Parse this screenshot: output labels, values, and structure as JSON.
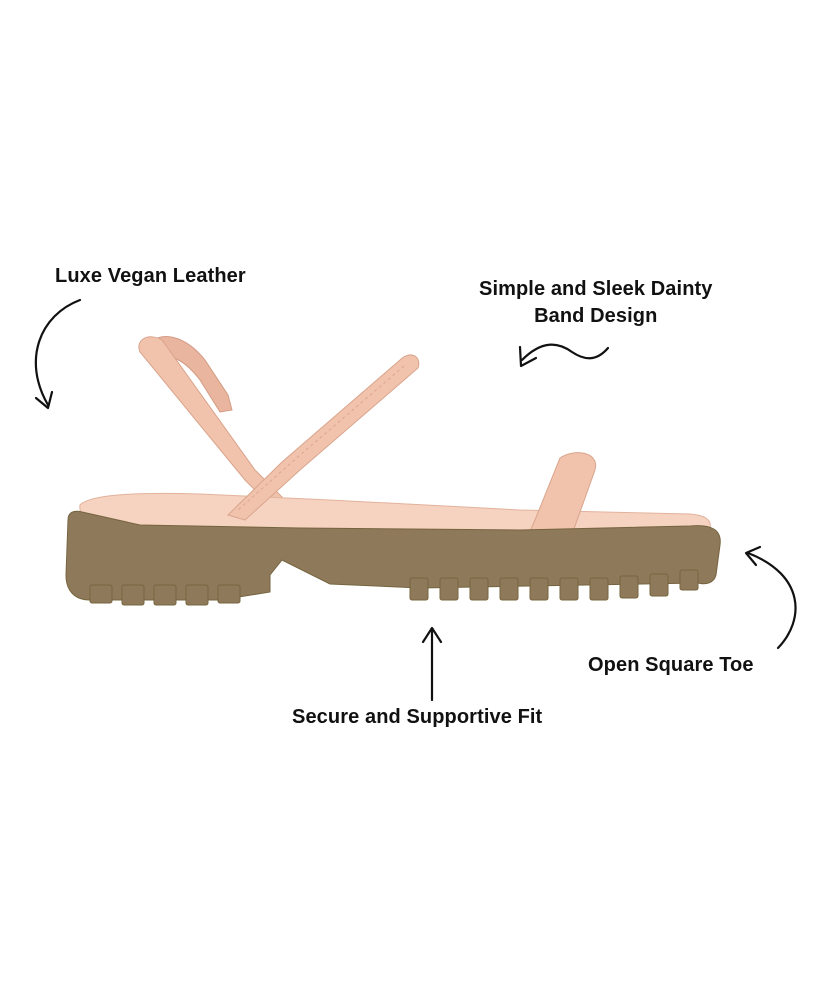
{
  "callouts": {
    "leather": "Luxe Vegan Leather",
    "band_line1": "Simple and Sleek Dainty",
    "band_line2": "Band Design",
    "toe": "Open Square Toe",
    "fit": "Secure and Supportive Fit"
  },
  "colors": {
    "background": "#ffffff",
    "strap": "#f1c3ad",
    "strap_shadow": "#dca58d",
    "insole": "#f6d2c0",
    "sole": "#8e7a5a",
    "sole_dark": "#76643f",
    "arrow": "#111111"
  }
}
